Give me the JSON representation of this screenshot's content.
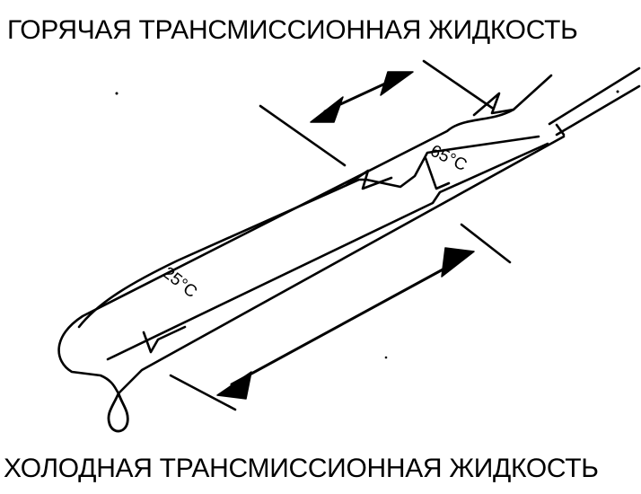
{
  "labels": {
    "hot": "ГОРЯЧАЯ ТРАНСМИССИОННАЯ ЖИДКОСТЬ",
    "cold": "ХОЛОДНАЯ ТРАНСМИССИОННАЯ ЖИДКОСТЬ"
  },
  "markings": {
    "upper": "65°C",
    "lower": "25°C"
  },
  "colors": {
    "ink": "#000000",
    "paper": "#ffffff"
  }
}
